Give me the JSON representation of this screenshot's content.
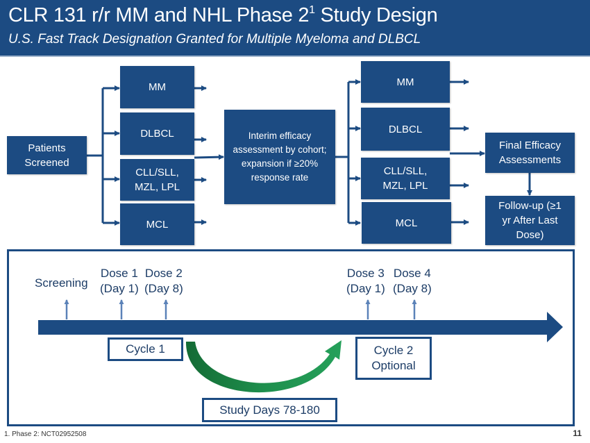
{
  "header": {
    "title": "CLR 131 r/r MM and NHL Phase 2",
    "title_superscript": "1",
    "title_suffix": " Study Design",
    "subtitle": "U.S. Fast Track Designation Granted for Multiple Myeloma and DLBCL"
  },
  "flow": {
    "start": "Patients Screened",
    "cohorts_left": [
      "MM",
      "DLBCL",
      "CLL/SLL, MZL, LPL",
      "MCL"
    ],
    "interim": "Interim efficacy assessment by cohort; expansion if ≥20% response rate",
    "cohorts_right": [
      "MM",
      "DLBCL",
      "CLL/SLL, MZL, LPL",
      "MCL"
    ],
    "final": "Final Efficacy Assessments",
    "followup": "Follow-up (≥1 yr After Last Dose)"
  },
  "timeline": {
    "markers": [
      {
        "line1": "Screening",
        "line2": ""
      },
      {
        "line1": "Dose 1",
        "line2": "(Day 1)"
      },
      {
        "line1": "Dose 2",
        "line2": "(Day 8)"
      },
      {
        "line1": "Dose 3",
        "line2": "(Day 1)"
      },
      {
        "line1": "Dose 4",
        "line2": "(Day 8)"
      }
    ],
    "cycle1": "Cycle 1",
    "cycle2_line1": "Cycle 2",
    "cycle2_line2": "Optional",
    "study_days": "Study Days 78-180"
  },
  "colors": {
    "primary": "#1c4b82",
    "accent_green": "#1a8a4a",
    "marker": "#5b82b8"
  },
  "footer": {
    "footnote": "1. Phase 2: NCT02952508",
    "page_number": "11"
  }
}
